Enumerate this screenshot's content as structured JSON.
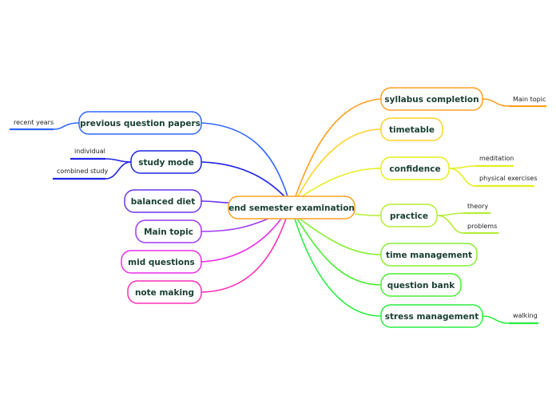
{
  "central": {
    "label": "end semester examination",
    "color": "#ff9f22"
  },
  "left": [
    {
      "label": "previous question papers",
      "color": "#2f66ff",
      "leaves": [
        "recent years"
      ]
    },
    {
      "label": "study mode",
      "color": "#1f24e6",
      "leaves": [
        "individual",
        "combined study"
      ]
    },
    {
      "label": "balanced diet",
      "color": "#6a35ee"
    },
    {
      "label": "Main topic",
      "color": "#a23af0"
    },
    {
      "label": "mid questions",
      "color": "#e82ee8"
    },
    {
      "label": "note making",
      "color": "#ff2fb8"
    }
  ],
  "right": [
    {
      "label": "syllabus completion",
      "color": "#ff9f22",
      "leaves": [
        "Main topic"
      ]
    },
    {
      "label": "timetable",
      "color": "#ffd22a"
    },
    {
      "label": "confidence",
      "color": "#e6ee22",
      "leaves": [
        "meditation",
        "physical exercises"
      ]
    },
    {
      "label": "practice",
      "color": "#b4ee36",
      "leaves": [
        "theory",
        "problems"
      ]
    },
    {
      "label": "time management",
      "color": "#88ee33"
    },
    {
      "label": "question bank",
      "color": "#4aee33"
    },
    {
      "label": "stress management",
      "color": "#2aee44",
      "leaves": [
        "walking"
      ]
    }
  ]
}
